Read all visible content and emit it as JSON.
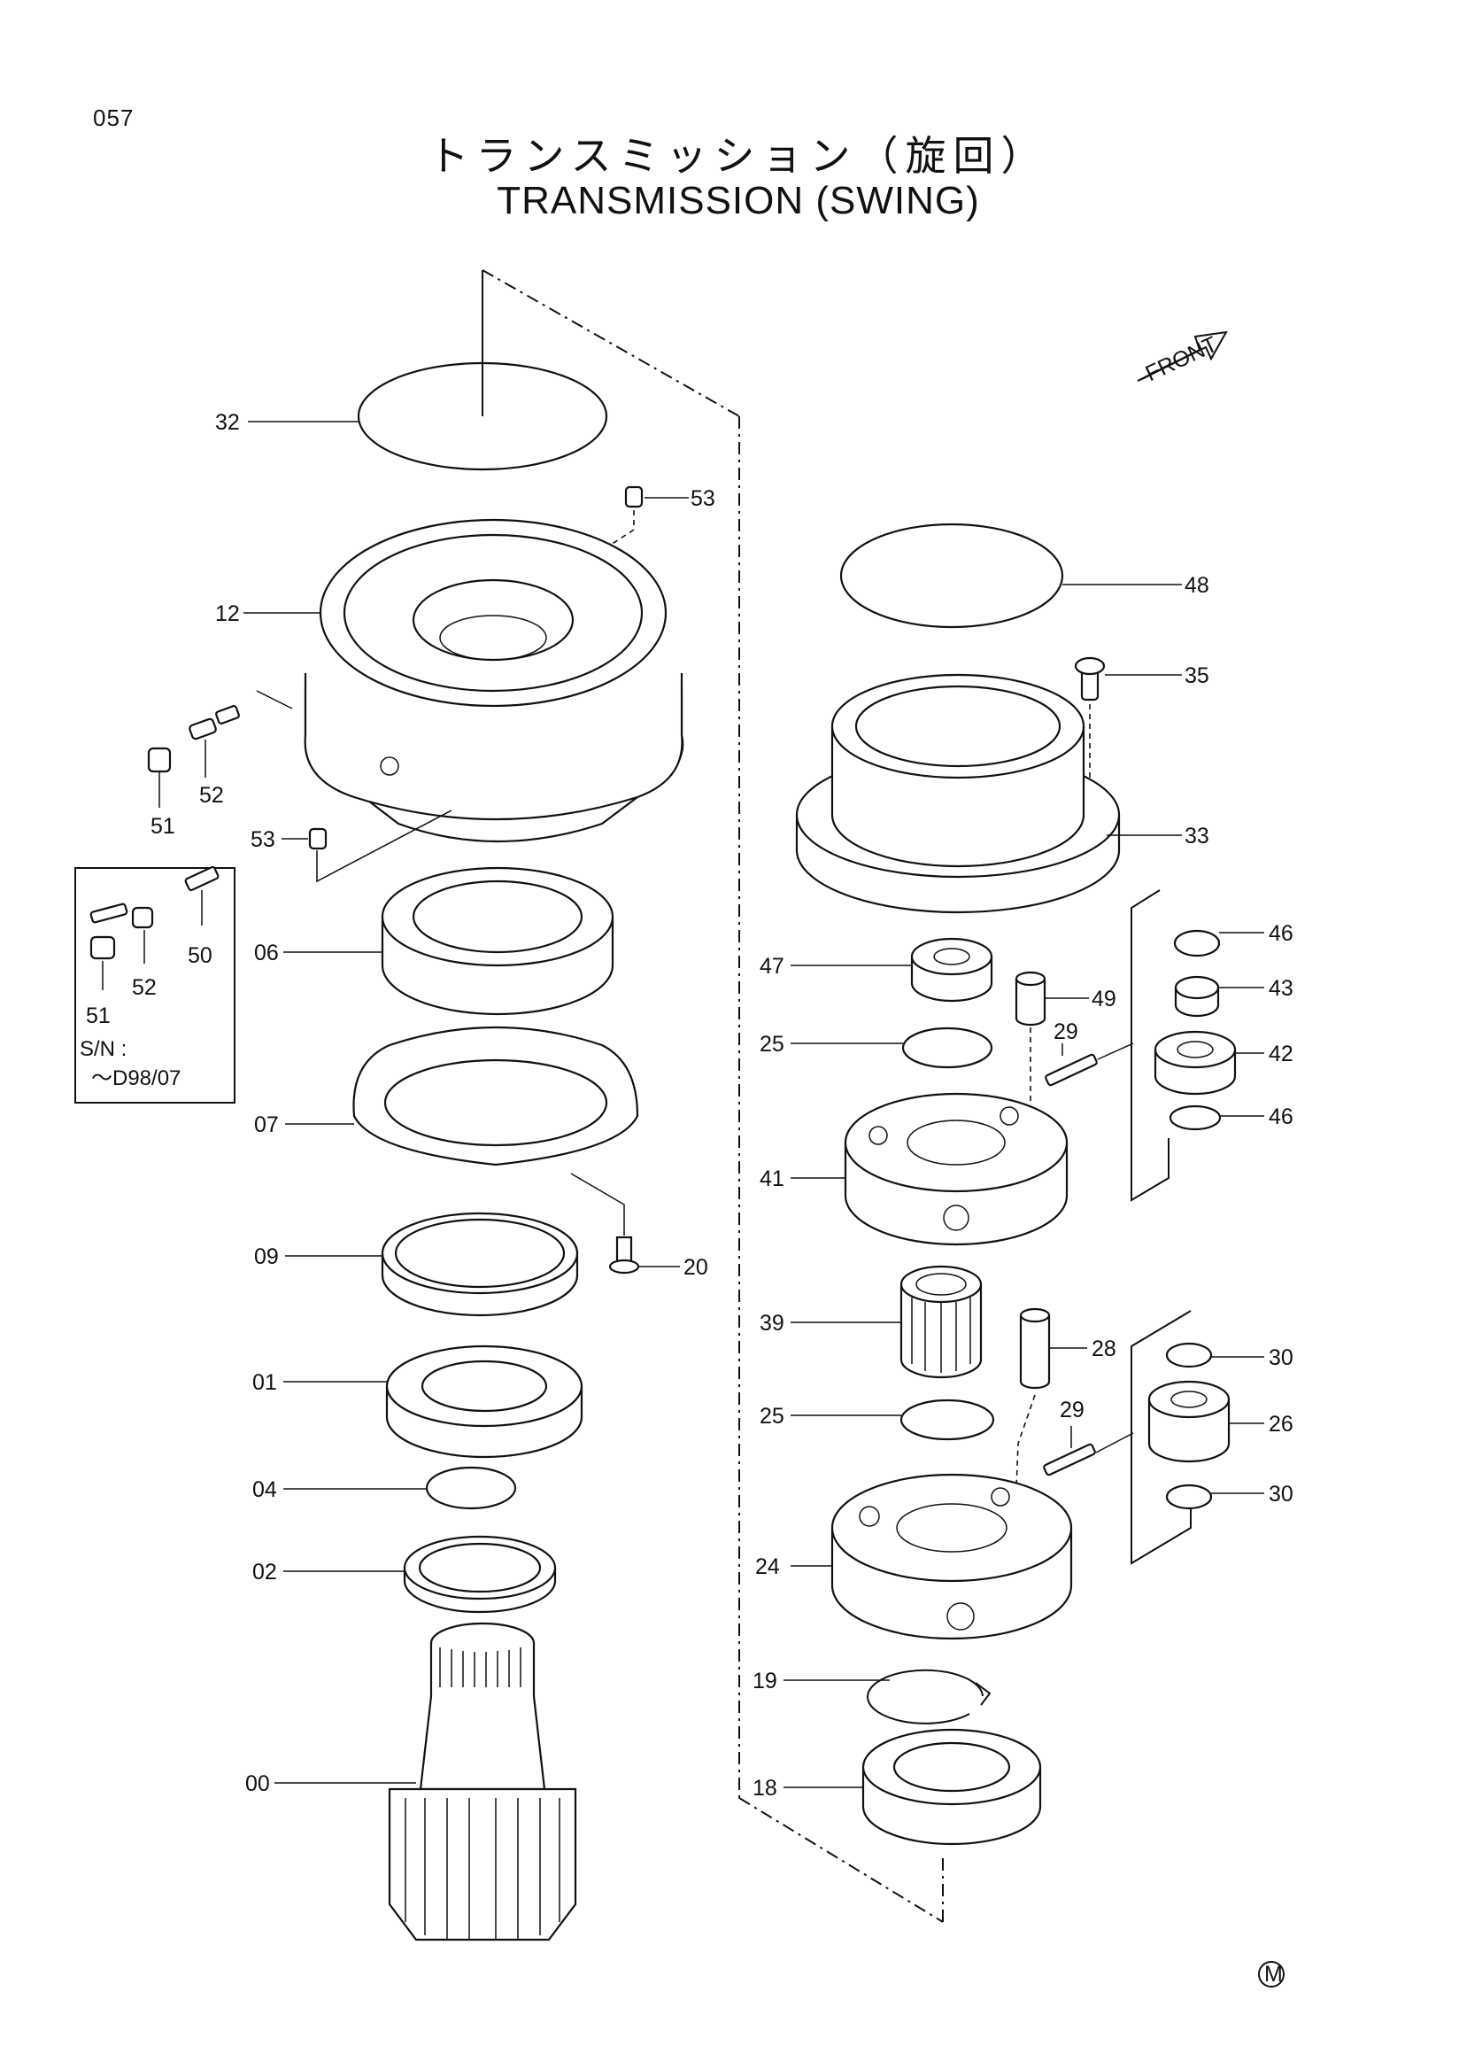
{
  "page_number": "057",
  "title_jp": "トランスミッション（旋回）",
  "title_en": "TRANSMISSION (SWING)",
  "front_label": "FRONT",
  "serial_note": {
    "line1": "S/N :",
    "line2": "～D98/07"
  },
  "mark": "M",
  "labels": {
    "p32": "32",
    "p53a": "53",
    "p12": "12",
    "p52a": "52",
    "p51a": "51",
    "p53b": "53",
    "p52b": "52",
    "p51b": "51",
    "p50": "50",
    "p06": "06",
    "p07": "07",
    "p20": "20",
    "p09": "09",
    "p01": "01",
    "p04": "04",
    "p02": "02",
    "p00": "00",
    "p48": "48",
    "p35": "35",
    "p33": "33",
    "p46a": "46",
    "p43": "43",
    "p47": "47",
    "p49": "49",
    "p29a": "29",
    "p42": "42",
    "p25a": "25",
    "p46b": "46",
    "p41": "41",
    "p39": "39",
    "p28": "28",
    "p30a": "30",
    "p25b": "25",
    "p29b": "29",
    "p26": "26",
    "p30b": "30",
    "p24": "24",
    "p19": "19",
    "p18": "18"
  }
}
